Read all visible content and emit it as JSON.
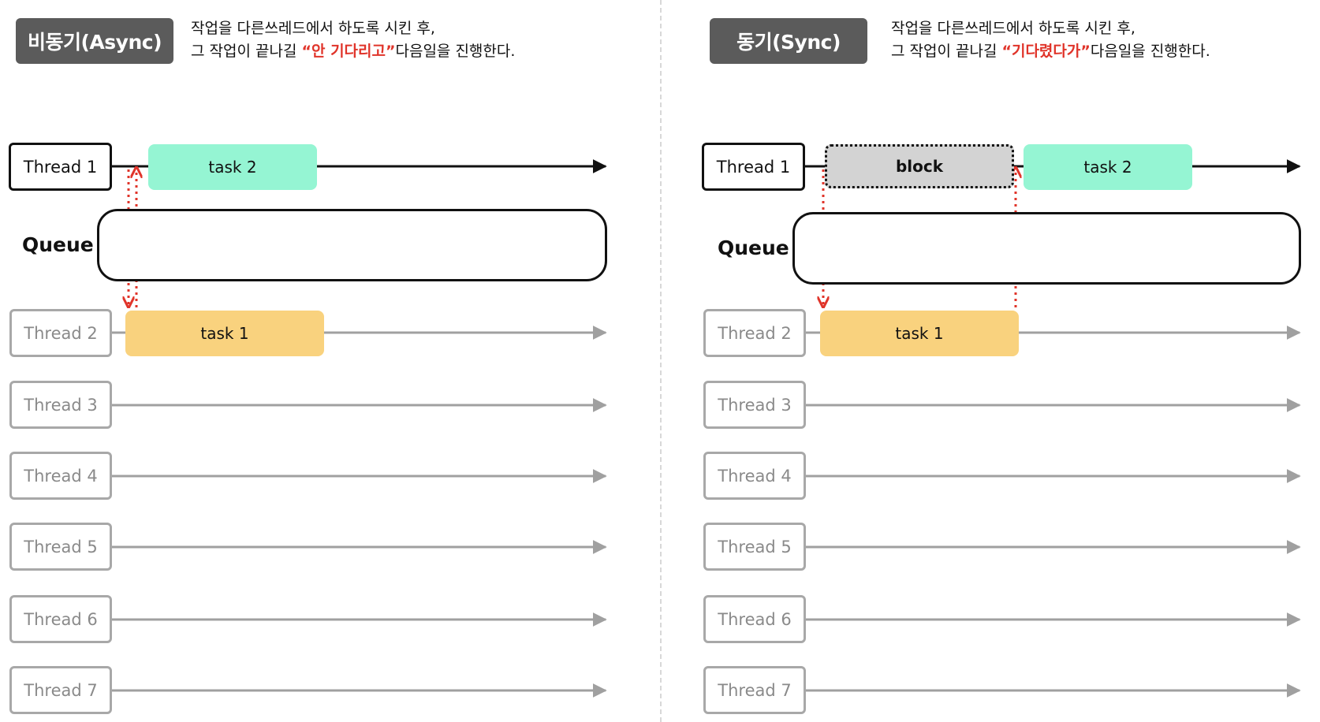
{
  "async": {
    "title": "비동기(Async)",
    "desc_line1": "작업을 다른쓰레드에서 하도록 시킨 후,",
    "desc_line2_pre": "그 작업이 끝나길 ",
    "desc_line2_em": "“안 기다리고”",
    "desc_line2_post": "다음일을 진행한다.",
    "queue_label": "Queue",
    "threads": [
      "Thread 1",
      "Thread 2",
      "Thread 3",
      "Thread 4",
      "Thread 5",
      "Thread 6",
      "Thread 7"
    ],
    "task2": "task 2",
    "task1": "task 1"
  },
  "sync": {
    "title": "동기(Sync)",
    "desc_line1": "작업을 다른쓰레드에서 하도록 시킨 후,",
    "desc_line2_pre": "그 작업이 끝나길 ",
    "desc_line2_em": "“기다렸다가”",
    "desc_line2_post": "다음일을 진행한다.",
    "queue_label": "Queue",
    "threads": [
      "Thread 1",
      "Thread 2",
      "Thread 3",
      "Thread 4",
      "Thread 5",
      "Thread 6",
      "Thread 7"
    ],
    "block": "block",
    "task2": "task 2",
    "task1": "task 1"
  },
  "colors": {
    "badge": "#5b5b5b",
    "emphasis": "#e0342a",
    "task_green": "#95f5d3",
    "task_yellow": "#f9d27e",
    "block_gray": "#d3d3d3",
    "arrow_active": "#111111",
    "arrow_idle": "#a0a0a0",
    "dispatch_arrow": "#e0342a"
  }
}
